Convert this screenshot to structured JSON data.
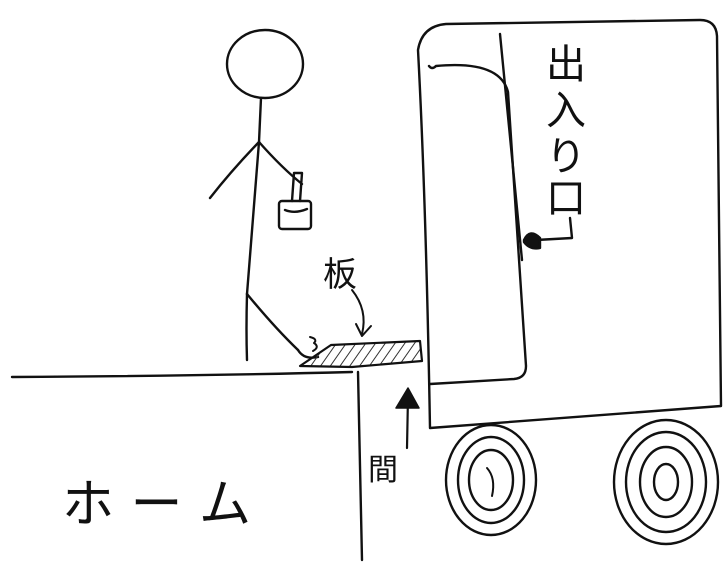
{
  "labels": {
    "entrance": [
      "出",
      "入",
      "り",
      "口"
    ],
    "board": "板",
    "gap": "間",
    "platform": "ホ ー ム"
  },
  "ink_color": "#111111",
  "hatch_color": "#333333"
}
